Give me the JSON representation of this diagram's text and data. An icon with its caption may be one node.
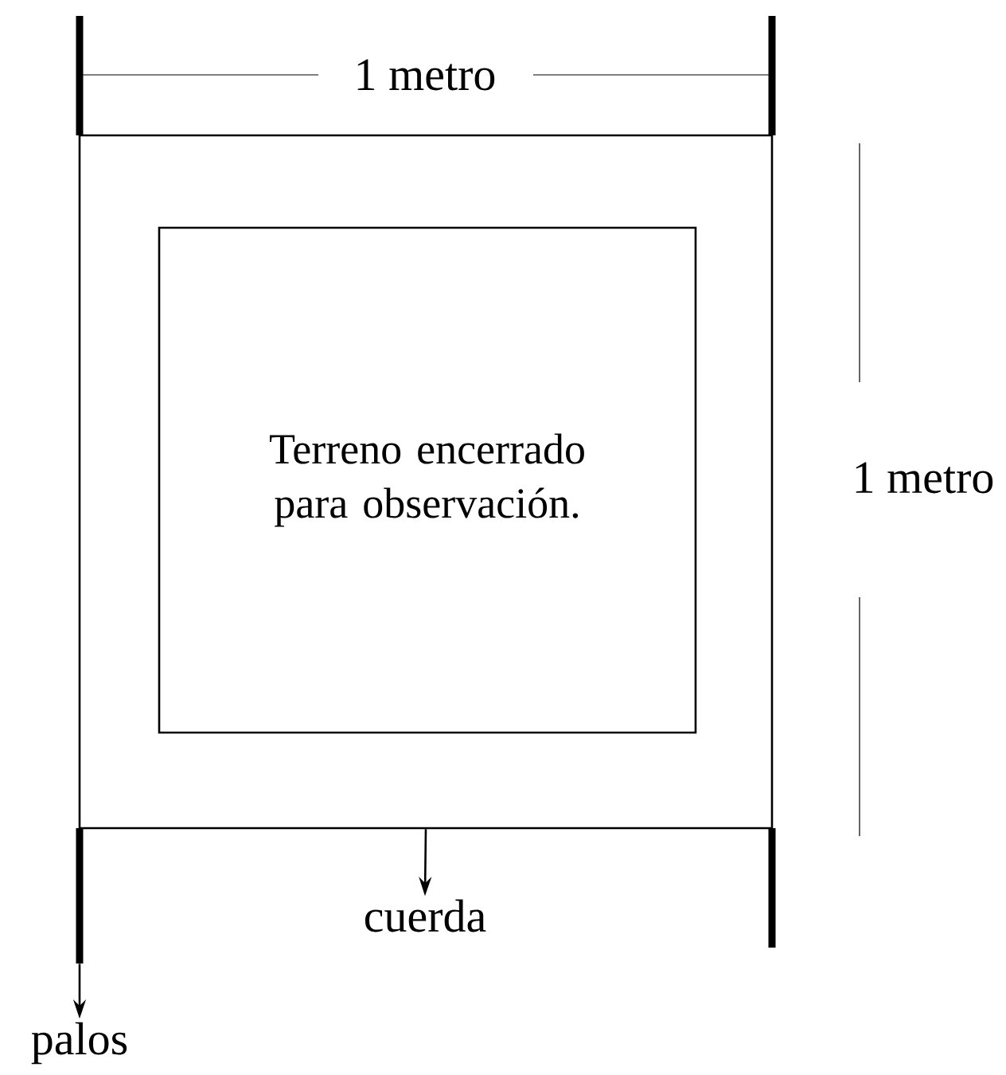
{
  "diagram": {
    "nodes": [
      {
        "text": [],
        "shape": "box"
      },
      {
        "text": [
          "Terreno encerrado para observación."
        ],
        "in": 0
      },
      {
        "text": [
          "cuerda"
        ]
      },
      {
        "text": [
          "palos"
        ]
      },
      {
        "text": [],
        "shape": "bar"
      },
      {
        "text": [],
        "shape": "bar"
      }
    ],
    "edges": [
      {
        "from": 0,
        "to": 2,
        "arrow": "to"
      },
      {
        "from": 4,
        "to": 3,
        "arrow": "to"
      }
    ],
    "labels": [
      "1 metro",
      "1 metro"
    ]
  }
}
